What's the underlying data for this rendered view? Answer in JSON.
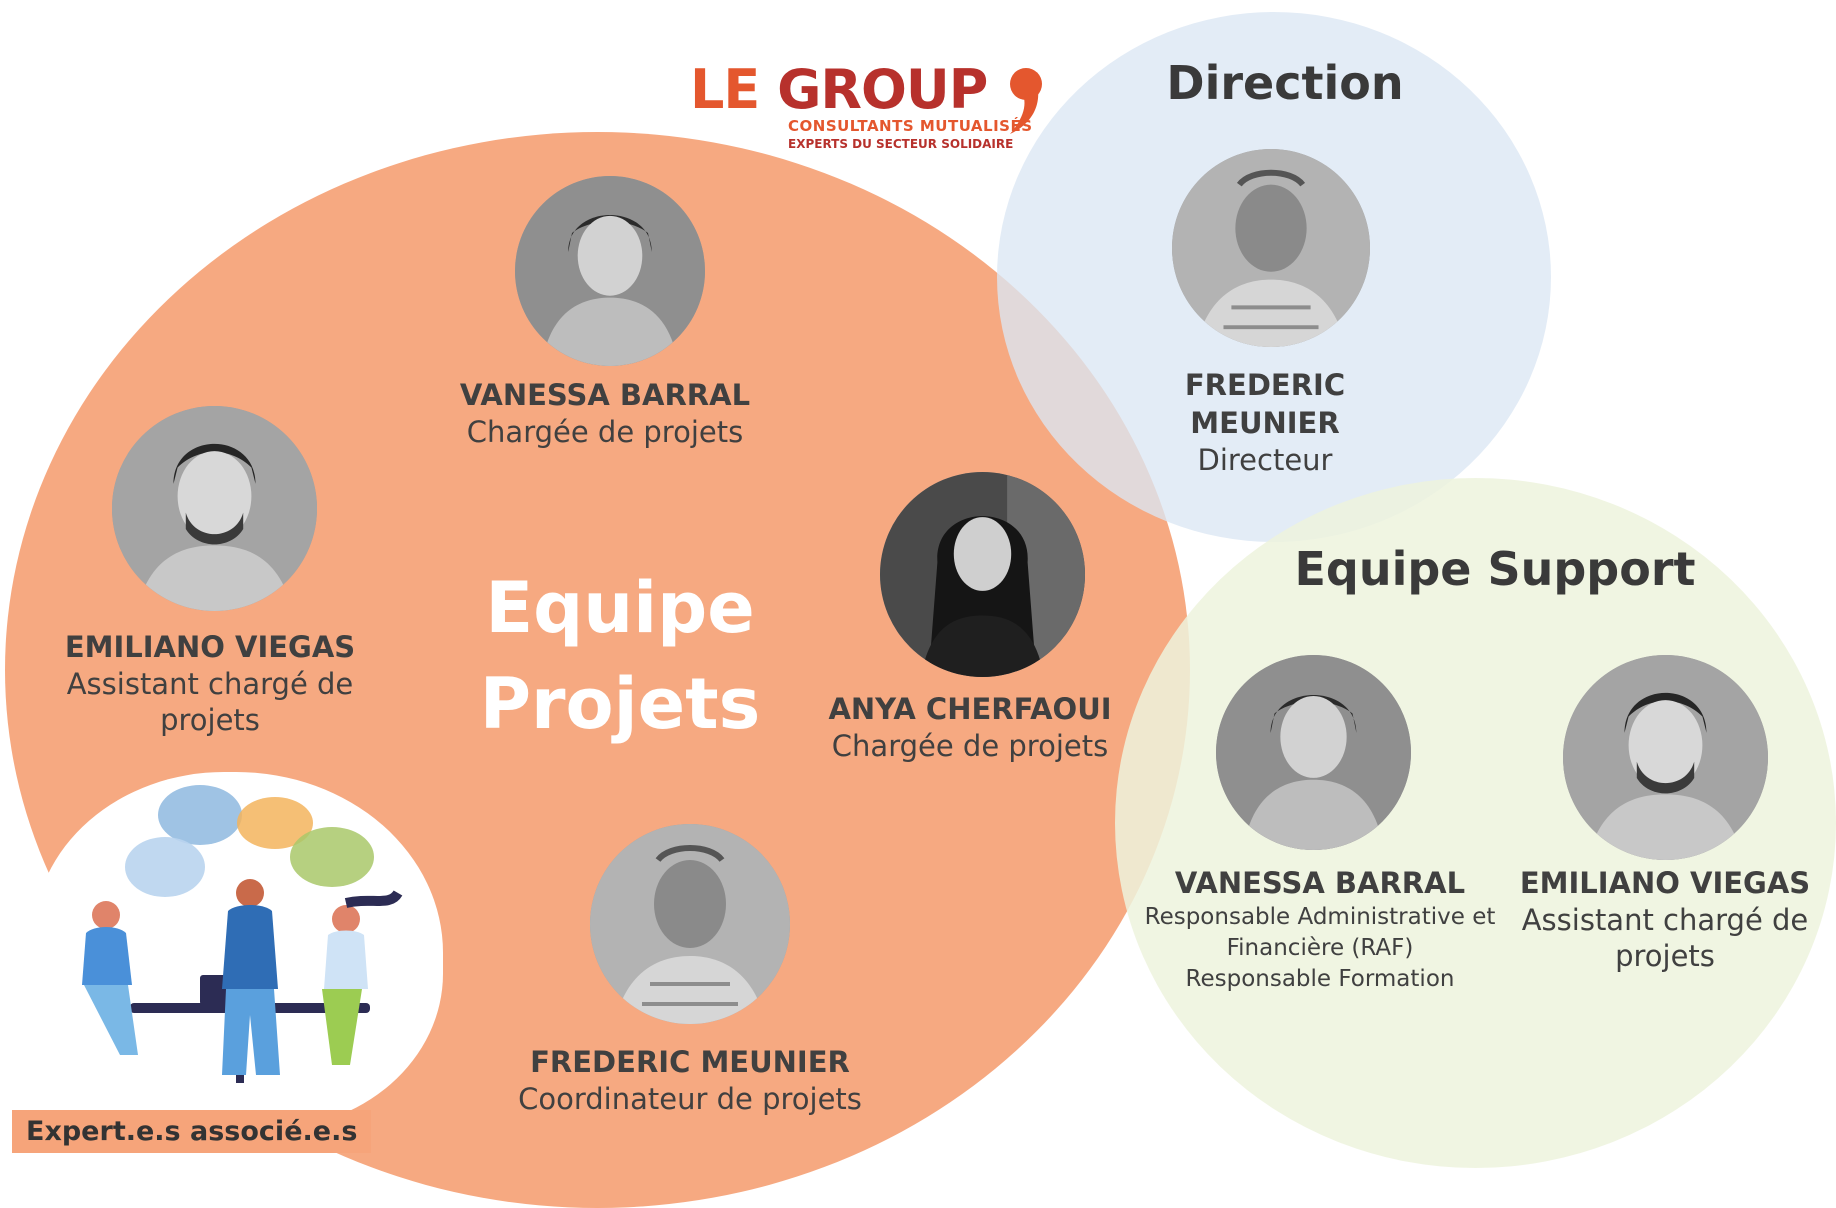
{
  "logo": {
    "word_le": "LE ",
    "word_group": "GROUP",
    "tagline_1": "CONSULTANTS MUTUALISÉS",
    "tagline_2": "EXPERTS DU SECTEUR SOLIDAIRE",
    "color_le": "#e4572e",
    "color_group": "#b7312c"
  },
  "groups": {
    "projets": {
      "title": "Equipe Projets",
      "color": "#f6a47a"
    },
    "direction": {
      "title": "Direction",
      "color": "#dbe7f4"
    },
    "support": {
      "title": "Equipe Support",
      "color": "#edf3dd"
    },
    "experts": {
      "label": "Expert.e.s associé.e.s"
    }
  },
  "people": {
    "projets_vanessa": {
      "name": "VANESSA BARRAL",
      "role": "Chargée de projets"
    },
    "projets_emiliano": {
      "name": "EMILIANO VIEGAS",
      "role": "Assistant chargé de projets"
    },
    "projets_anya": {
      "name": "ANYA CHERFAOUI",
      "role": "Chargée de projets"
    },
    "projets_frederic": {
      "name": "FREDERIC MEUNIER",
      "role": "Coordinateur de projets"
    },
    "direction_frederic": {
      "name": "FREDERIC MEUNIER",
      "role": "Directeur"
    },
    "support_vanessa": {
      "name": "VANESSA BARRAL",
      "role_line_1": "Responsable Administrative et Financière (RAF)",
      "role_line_2": "Responsable Formation"
    },
    "support_emiliano": {
      "name": "EMILIANO VIEGAS",
      "role": "Assistant chargé de projets"
    }
  },
  "icons": {
    "photo": "person-photo-icon",
    "illustration": "team-meeting-illustration"
  }
}
